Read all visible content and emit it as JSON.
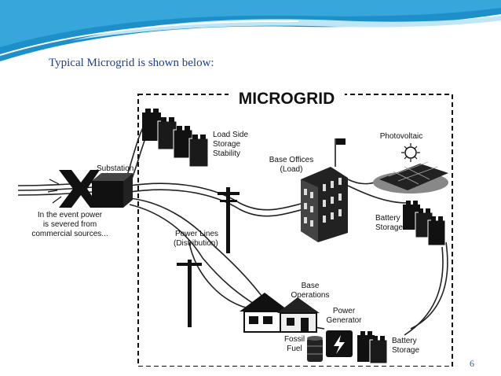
{
  "slide": {
    "subtitle": "Typical Microgrid is shown below:",
    "page_number": "6"
  },
  "diagram": {
    "title": "MICROGRID",
    "labels": {
      "substation": "Substation",
      "severed_1": "In the event power",
      "severed_2": "is severed from",
      "severed_3": "commercial sources...",
      "load_side_1": "Load Side",
      "load_side_2": "Storage",
      "load_side_3": "Stability",
      "base_offices_1": "Base Offices",
      "base_offices_2": "(Load)",
      "photovoltaic": "Photovoltaic",
      "battery_storage_top_1": "Battery",
      "battery_storage_top_2": "Storage",
      "power_lines_1": "Power Lines",
      "power_lines_2": "(Distribution)",
      "base_operations_1": "Base",
      "base_operations_2": "Operations",
      "power_generator_1": "Power",
      "power_generator_2": "Generator",
      "fossil_fuel_1": "Fossil",
      "fossil_fuel_2": "Fuel",
      "battery_storage_bottom_1": "Battery",
      "battery_storage_bottom_2": "Storage"
    }
  },
  "colors": {
    "header_dark": "#1d8fc9",
    "header_light": "#9fd8f0",
    "subtitle": "#1f3f8f",
    "ink": "#111111"
  }
}
